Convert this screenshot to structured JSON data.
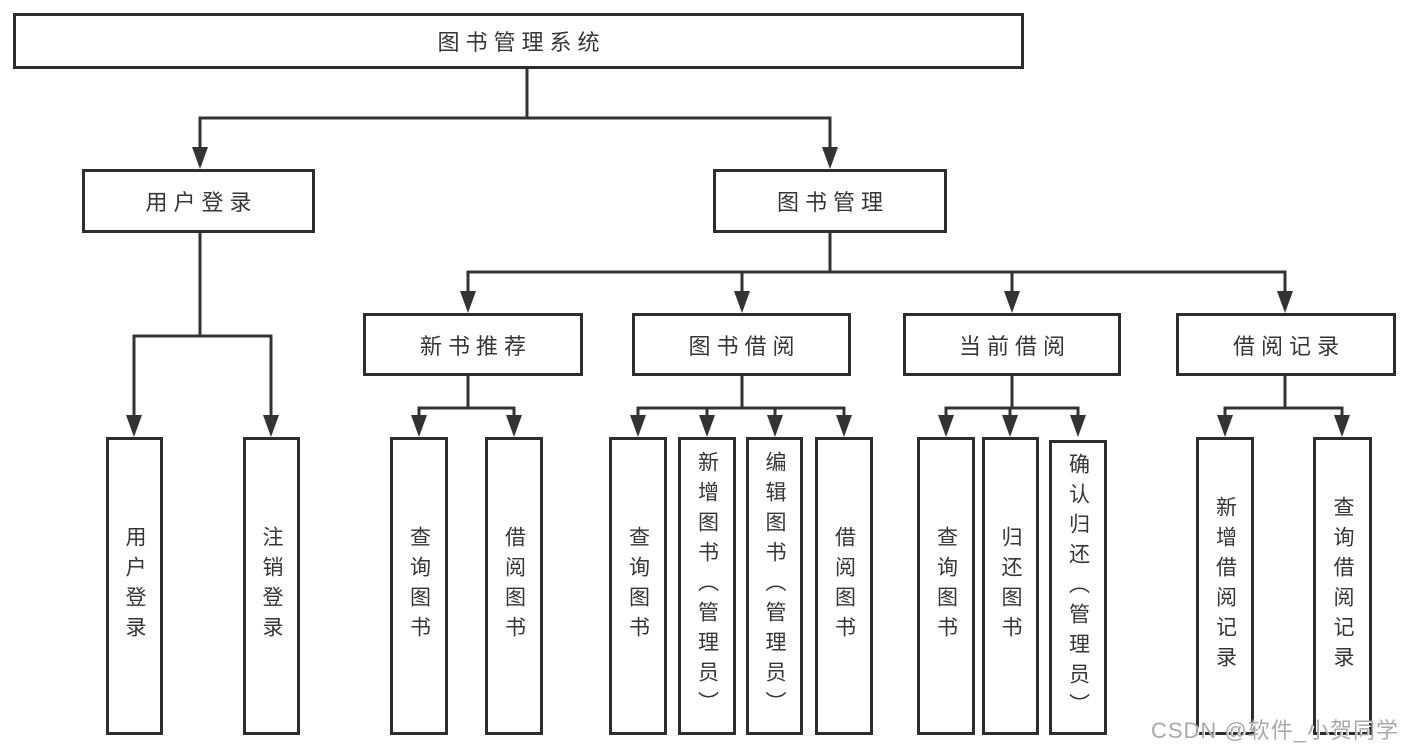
{
  "nodes": {
    "root": "图书管理系统",
    "l2": {
      "user_login": "用户登录",
      "book_management": "图书管理"
    },
    "l3": {
      "new_book_recommend": "新书推荐",
      "book_borrowing": "图书借阅",
      "current_borrowing": "当前借阅",
      "borrowing_records": "借阅记录"
    },
    "leaves": {
      "user_login": "用户登录",
      "logout_login": "注销登录",
      "query_books_recommend": "查询图书",
      "borrow_books_recommend": "借阅图书",
      "query_books_borrowing": "查询图书",
      "add_books_admin": "新增图书（管理员）",
      "edit_books_admin": "编辑图书（管理员）",
      "borrow_books_borrowing": "借阅图书",
      "query_books_current": "查询图书",
      "return_books": "归还图书",
      "confirm_return_admin": "确认归还（管理员）",
      "add_borrowing_record": "新增借阅记录",
      "query_borrowing_record": "查询借阅记录"
    }
  },
  "colors": {
    "line": "#333333",
    "box_border": "#2d2d2d",
    "box_fill": "#ffffff",
    "text": "#363636",
    "watermark": "#a9a9a9"
  },
  "watermark": "CSDN @软件_小贺同学"
}
